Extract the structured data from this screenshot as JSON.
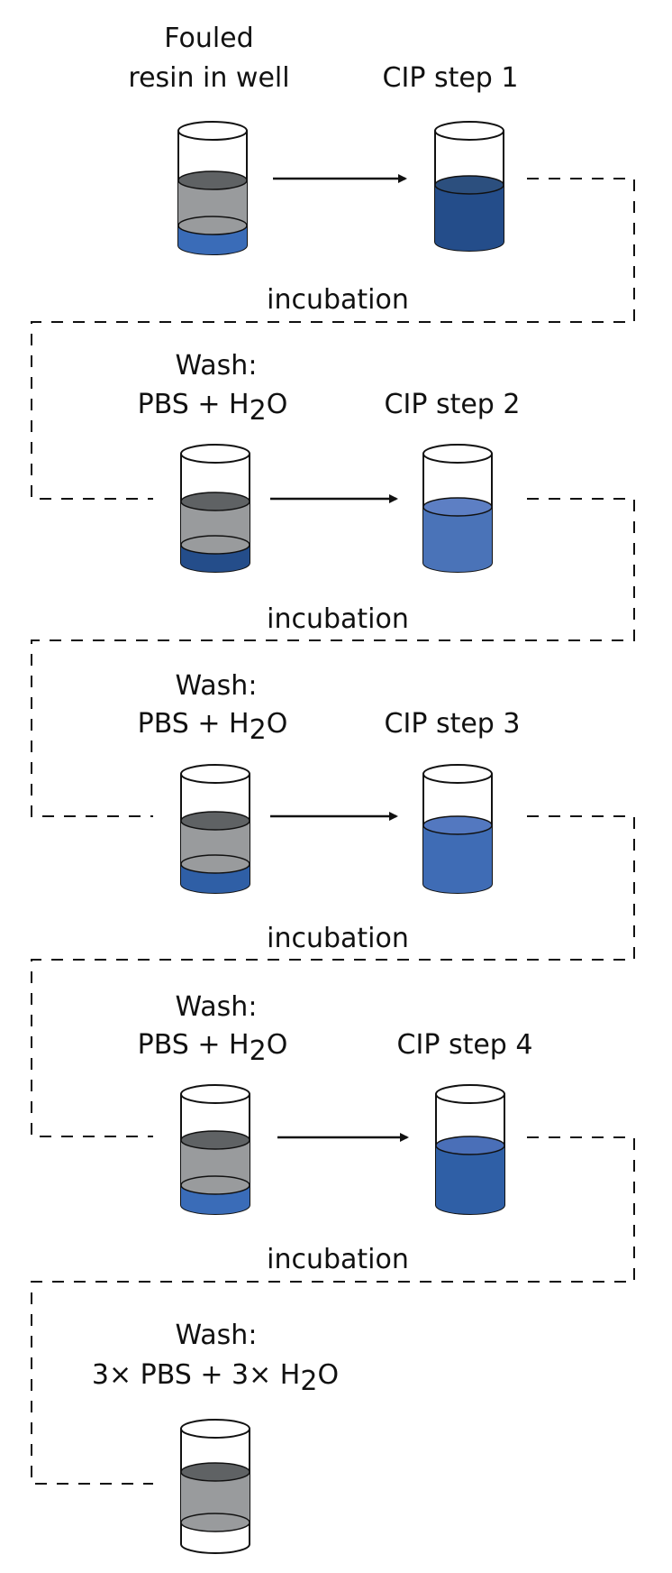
{
  "labels": {
    "fouled_line1": "Fouled",
    "fouled_line2": "resin in well",
    "cip_step_1": "CIP step 1",
    "cip_step_2": "CIP step 2",
    "cip_step_3": "CIP step 3",
    "cip_step_4": "CIP step 4",
    "incubation": "incubation",
    "wash": "Wash:",
    "wash_formula_prefix": "PBS + H",
    "wash_formula_sub": "2",
    "wash_formula_suffix": "O",
    "final_wash_prefix": "3× PBS + 3× H",
    "final_wash_sub": "2",
    "final_wash_suffix": "O"
  },
  "colors": {
    "resin_top": "#5f6264",
    "resin_body": "#999b9d",
    "liquid_top": "#2c4f7e",
    "liquid_body": "#244d8a",
    "liquid_light_top": "#5d7fc4",
    "liquid_light_body": "#4a73b8",
    "liquid_bottom_band": "#3a6cb8",
    "line": "#111111"
  }
}
